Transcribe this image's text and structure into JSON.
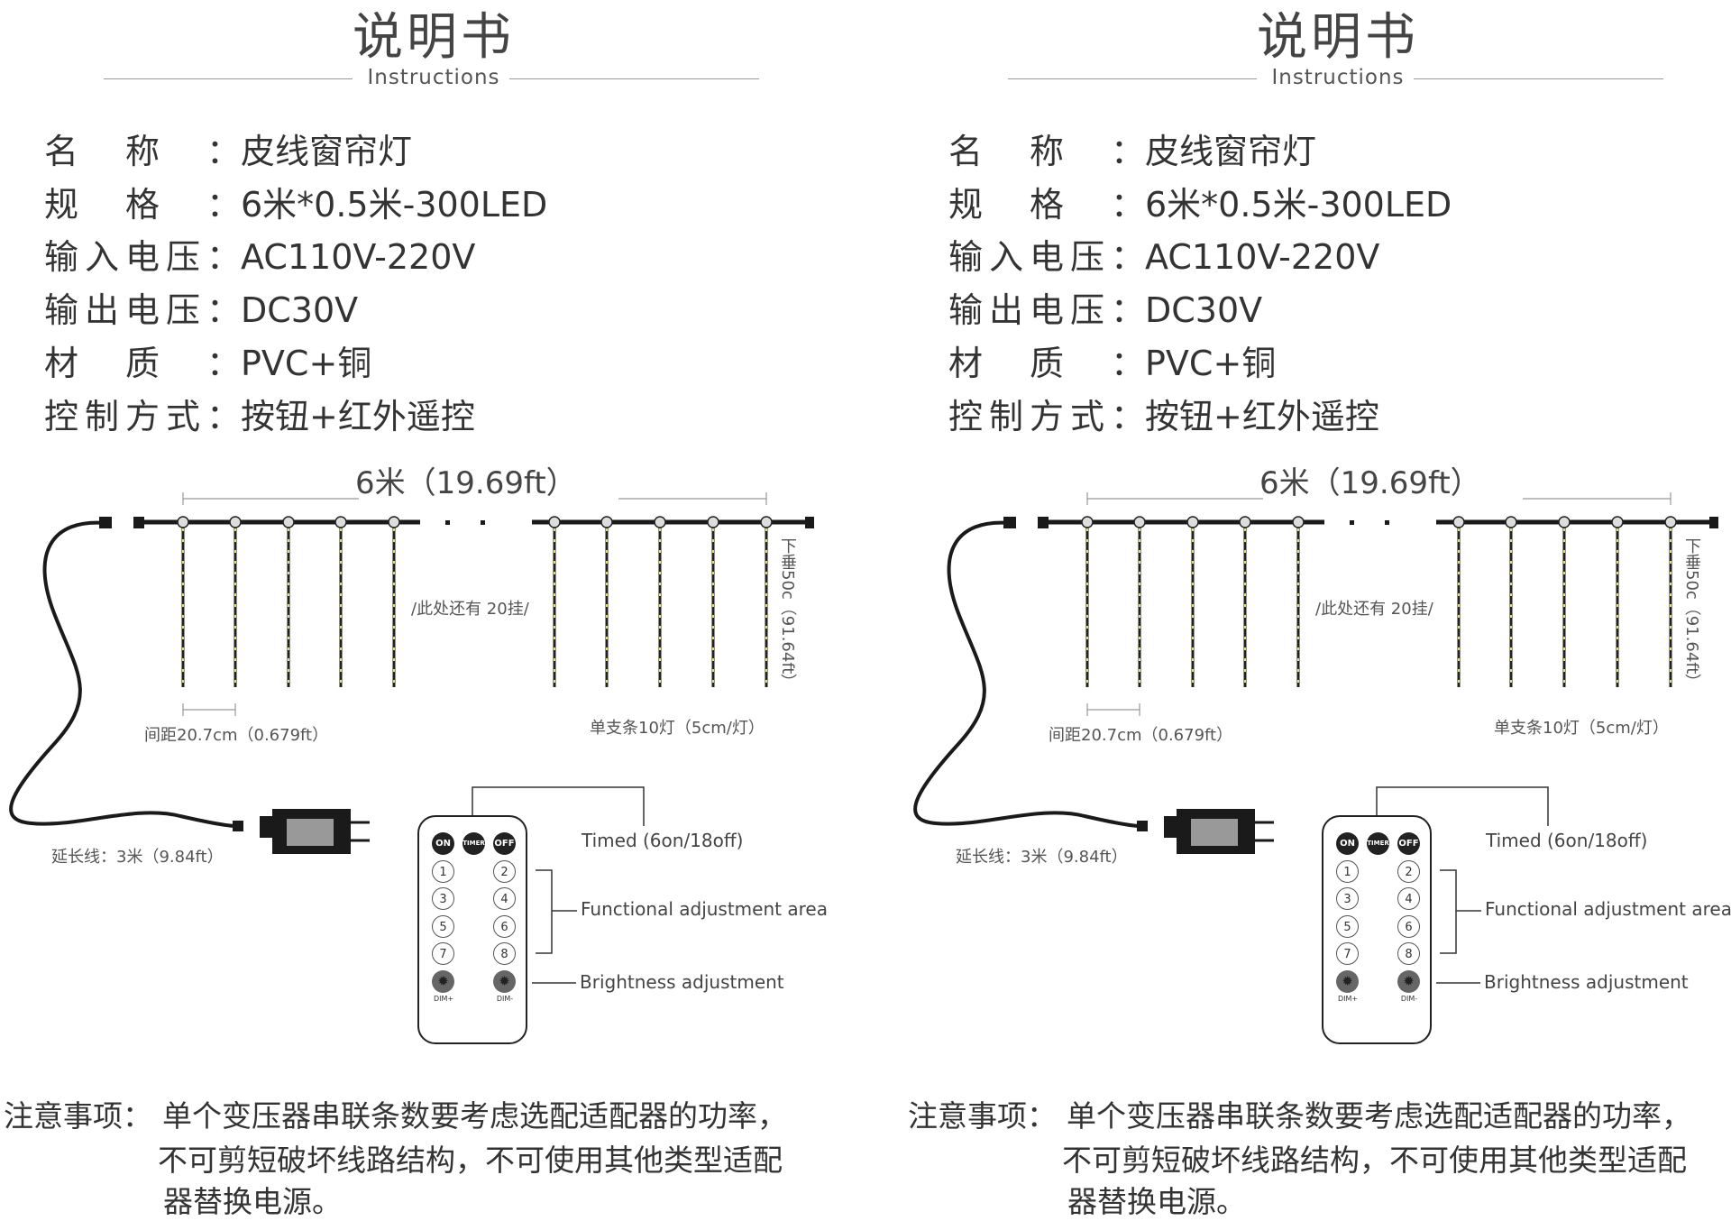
{
  "manual": {
    "title": "说明书",
    "subtitle": "Instructions",
    "specs": [
      {
        "label": "名称：",
        "value": "皮线窗帘灯"
      },
      {
        "label": "规格：",
        "value": "6米*0.5米-300LED"
      },
      {
        "label": "输入电压：",
        "value": "AC110V-220V"
      },
      {
        "label": "输出电压：",
        "value": "DC30V"
      },
      {
        "label": "材质：",
        "value": "PVC+铜"
      },
      {
        "label": "控制方式：",
        "value": "按钮+红外遥控"
      }
    ],
    "diagram": {
      "width_label": "6米（19.69ft）",
      "more_strands": "/此处还有 20挂/",
      "drop_label": "下垂50c（91.64ft）",
      "spacing_label": "间距20.7cm（0.679ft）",
      "strand_label": "单支条10灯（5cm/灯）",
      "extension_label": "延长线：3米（9.84ft）"
    },
    "remote": {
      "top_buttons": [
        "ON",
        "TIMER",
        "OFF"
      ],
      "number_buttons": [
        "1",
        "2",
        "3",
        "4",
        "5",
        "6",
        "7",
        "8"
      ],
      "dim_labels": [
        "DIM+",
        "DIM-"
      ],
      "timed_label": "Timed (6on/18off)",
      "functional_label": "Functional adjustment area",
      "brightness_label": "Brightness adjustment"
    },
    "notes": {
      "heading": "注意事项：",
      "lines": [
        "单个变压器串联条数要考虑选配适配器的功率，",
        "不可剪短破坏线路结构，不可使用其他类型适配",
        "器替换电源。"
      ]
    },
    "colors": {
      "led": "#e8e060",
      "cable": "#1a1a1a",
      "line": "#999999"
    }
  }
}
